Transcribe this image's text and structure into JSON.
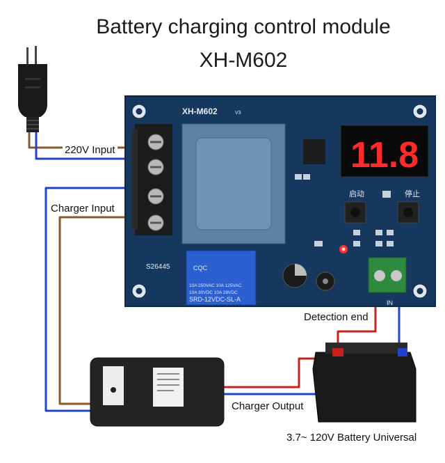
{
  "title": {
    "line1": "Battery charging control module",
    "line2": "XH-M602"
  },
  "board": {
    "model": "XH-M602",
    "version": "V3",
    "serial": "S26445",
    "display_value": "11.8",
    "display_color": "#ff2a2a",
    "start_label": "启动",
    "stop_label": "停止",
    "input_terminal_label": "IN",
    "relay_brand": "CQC",
    "relay_rating_1": "10A 250VAC  10A 125VAC",
    "relay_rating_2": "10A 30VDC  10A 28VDC",
    "relay_model": "SRD-12VDC-SL-A",
    "board_color": "#17385e",
    "transformer_color": "#5e83a4"
  },
  "labels": {
    "input_220v": "220V Input",
    "charger_input": "Charger Input",
    "detection_end": "Detection end",
    "charger_output": "Charger Output",
    "battery": "3.7~ 120V Battery Universal"
  },
  "wire_colors": {
    "brown": "#8a5a2b",
    "blue": "#1f43c9",
    "red": "#c8211b"
  },
  "icons": [
    "power-plug-icon",
    "charger-icon",
    "battery-icon",
    "screw-terminal-icon",
    "relay-icon",
    "seven-segment-display-icon"
  ]
}
